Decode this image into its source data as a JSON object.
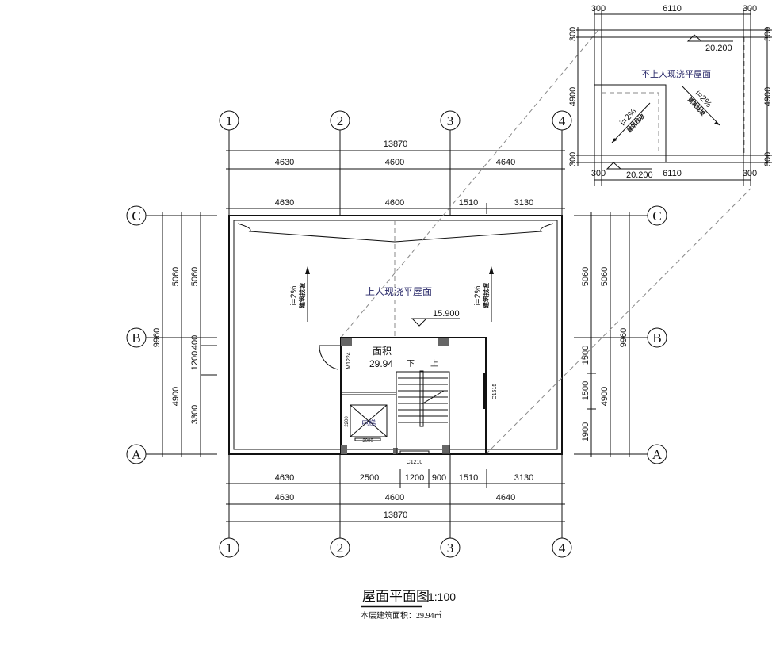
{
  "axes": {
    "cols": [
      "1",
      "2",
      "3",
      "4"
    ],
    "rows": [
      "C",
      "B",
      "A"
    ]
  },
  "top_dims": {
    "total": "13870",
    "row2": [
      "4630",
      "4600",
      "4640"
    ],
    "row3": [
      "4630",
      "4600",
      "1510",
      "3130"
    ]
  },
  "bottom_dims": {
    "row1": [
      "4630",
      "2500",
      "1200",
      "900",
      "1510",
      "3130"
    ],
    "row2": [
      "4630",
      "4600",
      "4640"
    ],
    "total": "13870"
  },
  "left_dims": {
    "total": "9960",
    "mid": [
      "5060",
      "4900"
    ],
    "inner": [
      "5060",
      "400",
      "1200",
      "3300"
    ]
  },
  "right_dims": {
    "inner": [
      "5060",
      "1500",
      "1500",
      "1900"
    ],
    "mid": [
      "5060",
      "4900"
    ],
    "total": "9960"
  },
  "roof": {
    "label": "上人现浇平屋面",
    "elevation": "15.900",
    "slope": "i=2%",
    "slope_note": "建筑找坡"
  },
  "core": {
    "area_label": "面积",
    "area_value": "29.94",
    "down": "下",
    "up": "上",
    "door": "M1224",
    "window_side": "C1515",
    "window_bottom": "C1210",
    "elevator": "电梯",
    "elev_w": "2000",
    "elev_d": "2200"
  },
  "inset": {
    "top": [
      "300",
      "6110",
      "300"
    ],
    "bottom": [
      "300",
      "6110",
      "300"
    ],
    "side": [
      "300",
      "4900",
      "300"
    ],
    "label": "不上人现浇平屋面",
    "elev1": "20.200",
    "elev2": "20.200",
    "slope": "i=2%",
    "slope_note": "建筑找坡"
  },
  "title": {
    "name": "屋面平面图",
    "scale": "1:100",
    "area_note": "本层建筑面积：29.94㎡"
  }
}
